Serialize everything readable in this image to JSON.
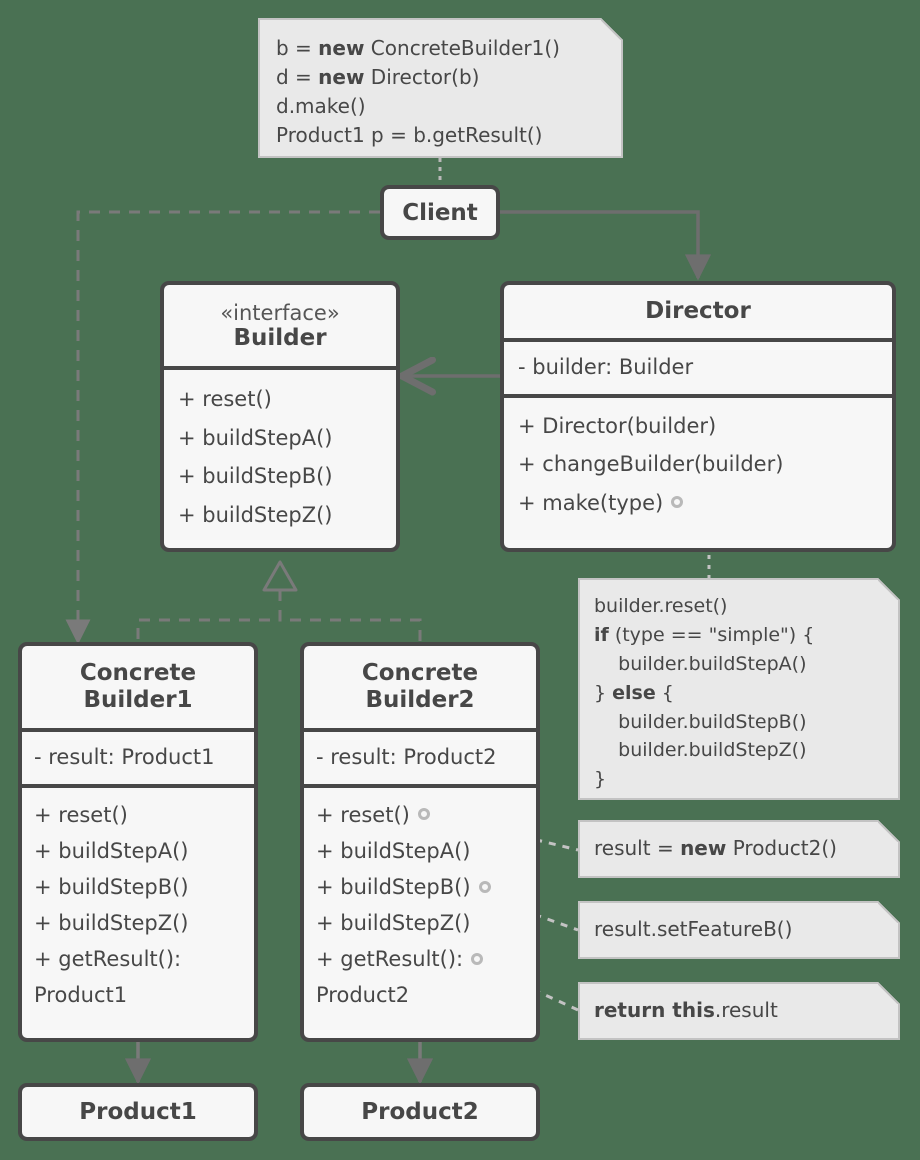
{
  "diagram": {
    "title": "Builder design pattern UML class diagram",
    "background_color": "#4a7153",
    "box_fill": "#f7f7f7",
    "box_border": "#474747",
    "note_fill": "#e9e9e9",
    "note_border": "#c3c3c3",
    "edge_color": "#6e6e6e",
    "text_color": "#474747"
  },
  "client_note": {
    "name": "client-code-note",
    "lines": [
      {
        "parts": [
          {
            "t": "b = ",
            "bold": false
          },
          {
            "t": "new",
            "bold": true
          },
          {
            "t": " ConcreteBuilder1()",
            "bold": false
          }
        ]
      },
      {
        "parts": [
          {
            "t": "d = ",
            "bold": false
          },
          {
            "t": "new",
            "bold": true
          },
          {
            "t": " Director(b)",
            "bold": false
          }
        ]
      },
      {
        "parts": [
          {
            "t": "d.make()",
            "bold": false
          }
        ]
      },
      {
        "parts": [
          {
            "t": "Product1 p = b.getResult()",
            "bold": false
          }
        ]
      }
    ]
  },
  "client": {
    "name": "Client"
  },
  "builder": {
    "stereotype": "«interface»",
    "name": "Builder",
    "methods": [
      "+ reset()",
      "+ buildStepA()",
      "+ buildStepB()",
      "+ buildStepZ()"
    ]
  },
  "director": {
    "name": "Director",
    "attributes": [
      "- builder: Builder"
    ],
    "methods": [
      {
        "label": "+ Director(builder)",
        "lollipop": false
      },
      {
        "label": "+ changeBuilder(builder)",
        "lollipop": false
      },
      {
        "label": "+ make(type)",
        "lollipop": true
      }
    ]
  },
  "director_note": {
    "name": "make-implementation-note",
    "lines": [
      {
        "parts": [
          {
            "t": "builder.reset()",
            "bold": false
          }
        ]
      },
      {
        "parts": [
          {
            "t": "if",
            "bold": true
          },
          {
            "t": " (type == \"simple\") {",
            "bold": false
          }
        ]
      },
      {
        "parts": [
          {
            "t": "    builder.buildStepA()",
            "bold": false
          }
        ]
      },
      {
        "parts": [
          {
            "t": "} ",
            "bold": false
          },
          {
            "t": "else",
            "bold": true
          },
          {
            "t": " {",
            "bold": false
          }
        ]
      },
      {
        "parts": [
          {
            "t": "    builder.buildStepB()",
            "bold": false
          }
        ]
      },
      {
        "parts": [
          {
            "t": "    builder.buildStepZ()",
            "bold": false
          }
        ]
      },
      {
        "parts": [
          {
            "t": "}",
            "bold": false
          }
        ]
      }
    ]
  },
  "concrete_builder1": {
    "name_lines": [
      "Concrete",
      "Builder1"
    ],
    "attributes": [
      "- result: Product1"
    ],
    "methods": [
      {
        "label": "+ reset()",
        "lollipop": false
      },
      {
        "label": "+ buildStepA()",
        "lollipop": false
      },
      {
        "label": "+ buildStepB()",
        "lollipop": false
      },
      {
        "label": "+ buildStepZ()",
        "lollipop": false
      },
      {
        "label": "+ getResult():",
        "lollipop": false
      },
      {
        "label": "   Product1",
        "lollipop": false
      }
    ]
  },
  "concrete_builder2": {
    "name_lines": [
      "Concrete",
      "Builder2"
    ],
    "attributes": [
      "- result: Product2"
    ],
    "methods": [
      {
        "label": "+ reset()",
        "lollipop": true
      },
      {
        "label": "+ buildStepA()",
        "lollipop": false
      },
      {
        "label": "+ buildStepB()",
        "lollipop": true
      },
      {
        "label": "+ buildStepZ()",
        "lollipop": false
      },
      {
        "label": "+ getResult():",
        "lollipop": true
      },
      {
        "label": "   Product2",
        "lollipop": false
      }
    ]
  },
  "note_reset": {
    "name": "reset-implementation-note",
    "lines": [
      {
        "parts": [
          {
            "t": "result = ",
            "bold": false
          },
          {
            "t": "new",
            "bold": true
          },
          {
            "t": " Product2()",
            "bold": false
          }
        ]
      }
    ]
  },
  "note_build_step_b": {
    "name": "build-step-b-implementation-note",
    "lines": [
      {
        "parts": [
          {
            "t": "result.setFeatureB()",
            "bold": false
          }
        ]
      }
    ]
  },
  "note_get_result": {
    "name": "get-result-implementation-note",
    "lines": [
      {
        "parts": [
          {
            "t": "return this",
            "bold": true
          },
          {
            "t": ".result",
            "bold": false
          }
        ]
      }
    ]
  },
  "product1": {
    "name": "Product1"
  },
  "product2": {
    "name": "Product2"
  }
}
